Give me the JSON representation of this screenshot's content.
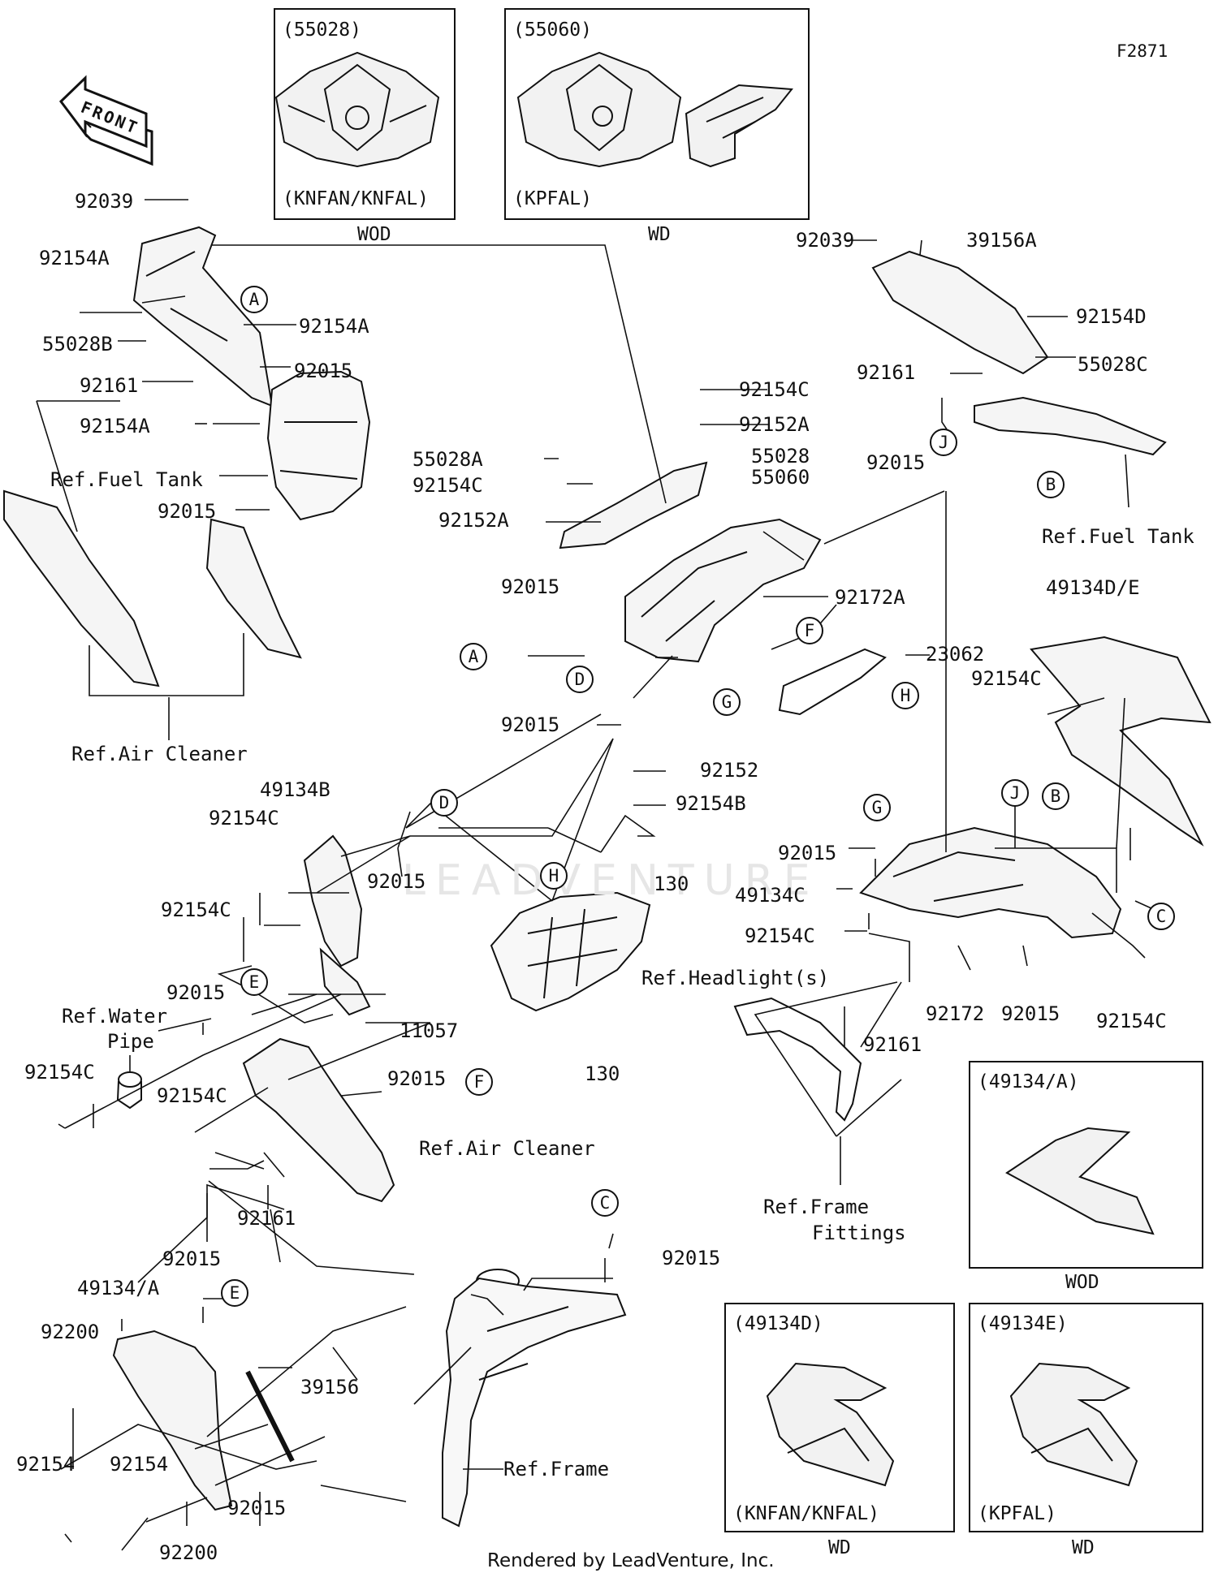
{
  "diagram_code": "F2871",
  "front_label": "FRONT",
  "footer": "Rendered by LeadVenture, Inc.",
  "watermark": "LEADVENTURE",
  "variant_boxes": {
    "b55028": {
      "code": "(55028)",
      "models": "(KNFAN/KNFAL)",
      "tag": "WOD"
    },
    "b55060": {
      "code": "(55060)",
      "models": "(KPFAL)",
      "tag": "WD"
    },
    "b49134A": {
      "code": "(49134/A)",
      "tag": "WOD"
    },
    "b49134D": {
      "code": "(49134D)",
      "models": "(KNFAN/KNFAL)",
      "tag": "WD"
    },
    "b49134E": {
      "code": "(49134E)",
      "models": "(KPFAL)",
      "tag": "WD"
    }
  },
  "part_labels": [
    "92039",
    "92154A",
    "55028B",
    "92161",
    "92154A",
    "Ref.Fuel Tank",
    "92154A",
    "92015",
    "92015",
    "Ref.Air Cleaner",
    "92154C",
    "92152A",
    "55028A",
    "92154C",
    "92152A",
    "55028",
    "55060",
    "92015",
    "92172A",
    "92015",
    "23062",
    "92015",
    "92152",
    "92154B",
    "92039",
    "39156A",
    "92154D",
    "92161",
    "55028C",
    "Ref.Fuel Tank",
    "49134D/E",
    "92154C",
    "49134B",
    "92154C",
    "92015",
    "92154C",
    "92015",
    "Ref.Water",
    "Pipe",
    "92154C",
    "92154C",
    "92015",
    "Ref.Air Cleaner",
    "92161",
    "130",
    "Ref.Headlight(s)",
    "11057",
    "130",
    "92015",
    "49134C",
    "92154C",
    "92172",
    "92015",
    "92154C",
    "92161",
    "Ref.Frame",
    "Fittings",
    "92015",
    "92015",
    "49134/A",
    "92200",
    "92154",
    "92154",
    "92200",
    "92015",
    "39156",
    "Ref.Frame"
  ],
  "callouts": [
    "A",
    "A",
    "B",
    "B",
    "C",
    "C",
    "D",
    "D",
    "E",
    "E",
    "F",
    "F",
    "G",
    "G",
    "H",
    "H",
    "J",
    "J"
  ]
}
